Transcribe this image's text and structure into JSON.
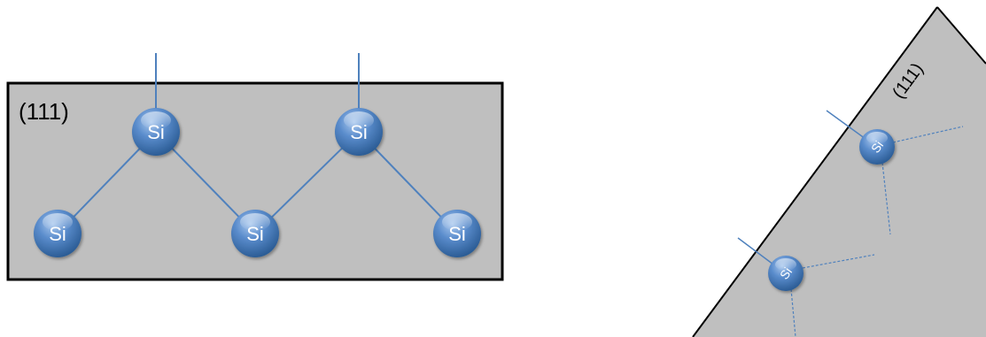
{
  "colors": {
    "background": "#ffffff",
    "crystal_fill": "#bfbfbf",
    "crystal_border": "#000000",
    "bond": "#4f81bd",
    "atom_light": "#9dc0ea",
    "atom_mid": "#4f81bd",
    "atom_dark": "#2c5d96",
    "atom_text": "#ffffff"
  },
  "left_panel": {
    "plane_label": "(111)",
    "atoms": [
      {
        "label": "Si"
      },
      {
        "label": "Si"
      },
      {
        "label": "Si"
      },
      {
        "label": "Si"
      },
      {
        "label": "Si"
      }
    ]
  },
  "right_panel": {
    "plane_label": "(111)",
    "atoms": [
      {
        "label": "Si"
      },
      {
        "label": "Si"
      }
    ]
  }
}
